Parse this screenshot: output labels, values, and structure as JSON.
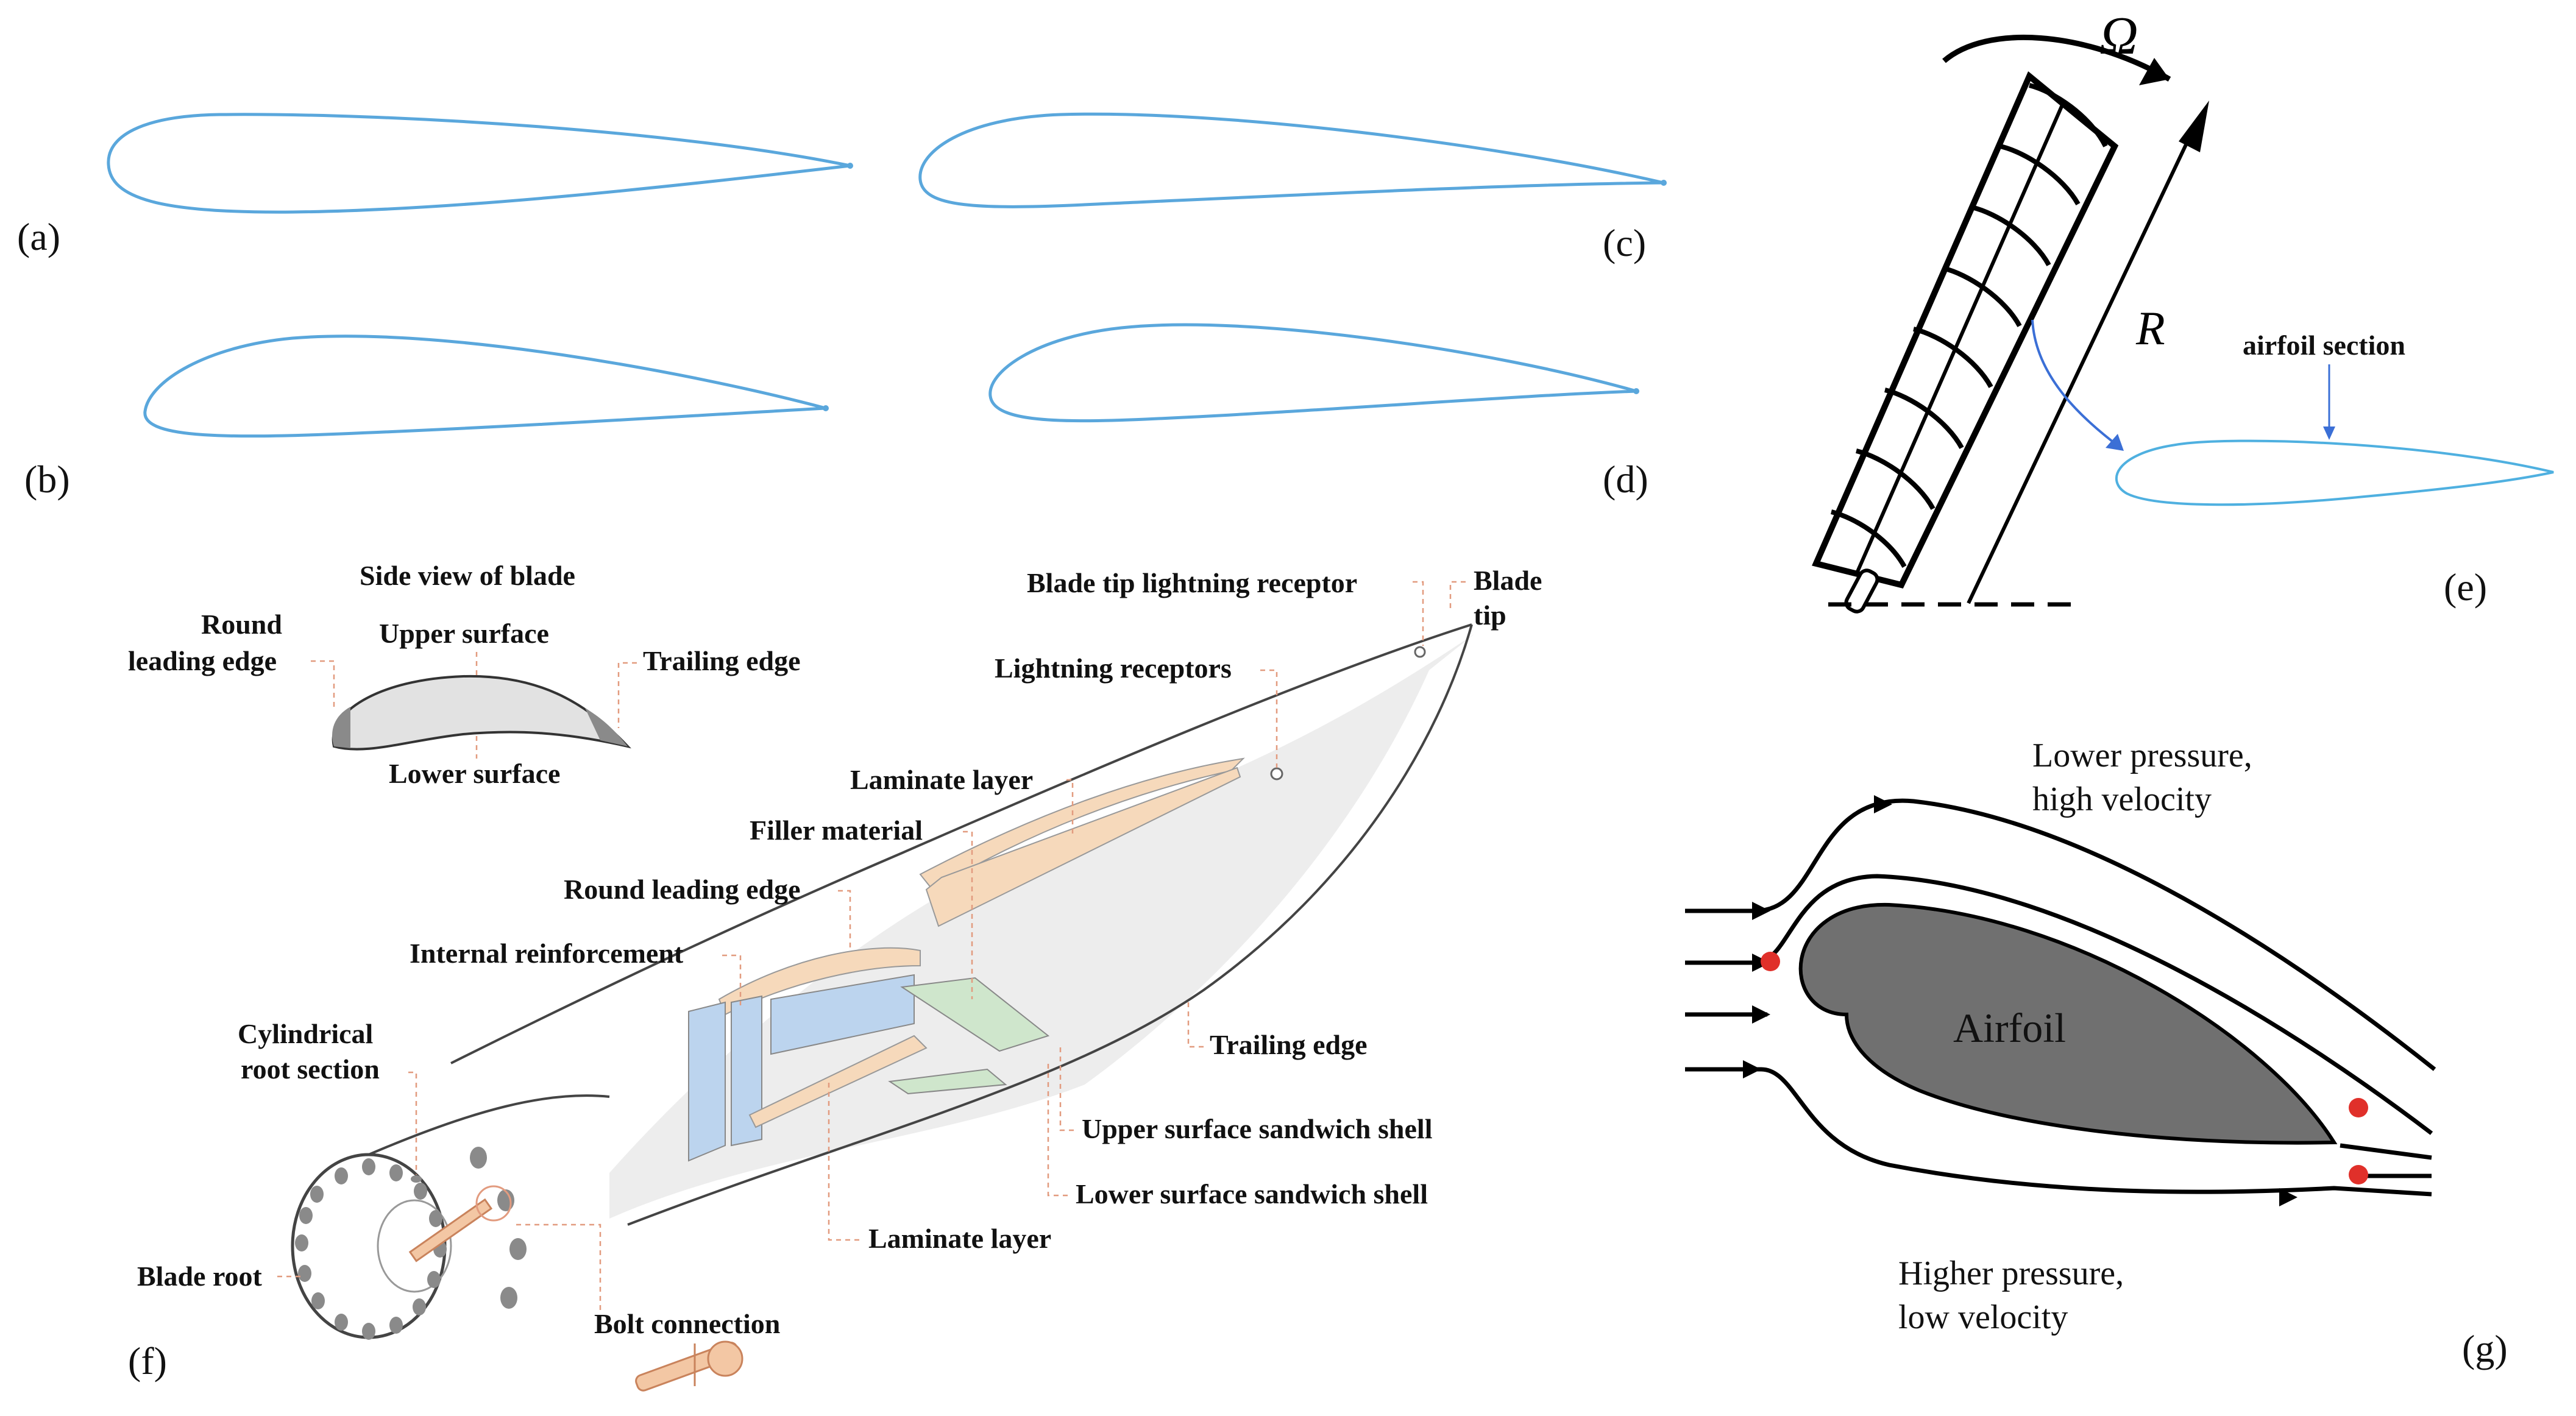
{
  "panels": {
    "a": "(a)",
    "b": "(b)",
    "c": "(c)",
    "d": "(d)",
    "e": "(e)",
    "f": "(f)",
    "g": "(g)"
  },
  "rotor": {
    "omega": "Ω",
    "radius": "R",
    "airfoil_section": "airfoil section"
  },
  "blade": {
    "side_view_title": "Side view of blade",
    "side_round_leading_edge_1": "Round",
    "side_round_leading_edge_2": "leading edge",
    "side_upper_surface": "Upper surface",
    "side_trailing_edge": "Trailing edge",
    "side_lower_surface": "Lower surface",
    "tip_lightning_receptor": "Blade tip lightning receptor",
    "blade_tip_1": "Blade",
    "blade_tip_2": "tip",
    "lightning_receptors": "Lightning receptors",
    "laminate_layer_top": "Laminate layer",
    "filler_material": "Filler material",
    "round_leading_edge": "Round leading edge",
    "internal_reinforcement": "Internal reinforcement",
    "cylindrical_root_1": "Cylindrical",
    "cylindrical_root_2": "root section",
    "trailing_edge": "Trailing edge",
    "upper_sandwich": "Upper surface sandwich shell",
    "lower_sandwich": "Lower surface sandwich shell",
    "laminate_layer_bottom": "Laminate layer",
    "blade_root": "Blade root",
    "bolt_connection": "Bolt connection"
  },
  "flow": {
    "lower_pressure_1": "Lower pressure,",
    "lower_pressure_2": "high velocity",
    "airfoil": "Airfoil",
    "higher_pressure_1": "Higher pressure,",
    "higher_pressure_2": "low velocity"
  },
  "colors": {
    "airfoil_outline": "#5aa7dc",
    "laminate": "#f6d9bb",
    "reinforcement": "#bcd4ee",
    "filler": "#cfe6cc",
    "airfoil_body": "#707070",
    "stagnation_point": "#e0302a"
  }
}
